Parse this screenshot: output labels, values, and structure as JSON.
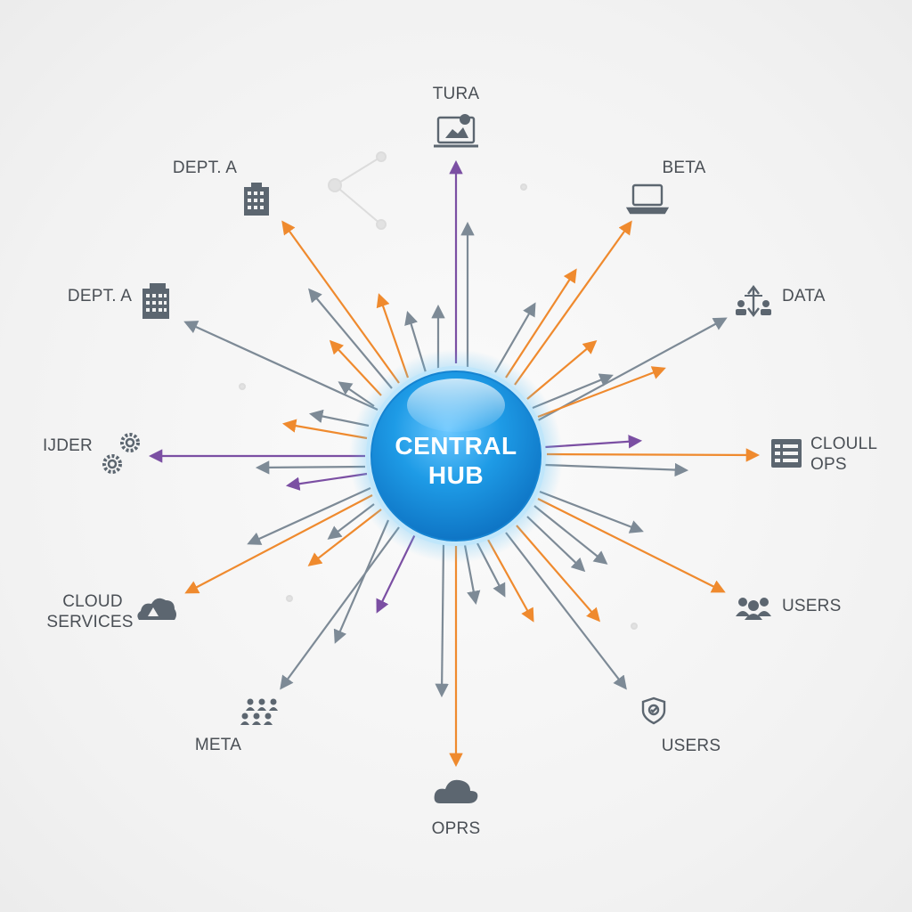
{
  "hub": {
    "line1": "CENTRAL",
    "line2": "HUB"
  },
  "nodes": [
    {
      "key": "tura",
      "label": "TURA",
      "icon": "monitor-icon"
    },
    {
      "key": "beta",
      "label": "BETA",
      "icon": "laptop-icon"
    },
    {
      "key": "data",
      "label": "DATA",
      "icon": "data-exchange-icon"
    },
    {
      "key": "cloud-ops",
      "label_lines": [
        "CLOULL",
        "OPS"
      ],
      "icon": "spreadsheet-icon"
    },
    {
      "key": "users-right",
      "label": "USERS",
      "icon": "users-group-icon"
    },
    {
      "key": "users-bottom-right",
      "label": "USERS",
      "icon": "shield-check-icon"
    },
    {
      "key": "oprs",
      "label": "OPRS",
      "icon": "cloud-icon"
    },
    {
      "key": "meta",
      "label": "META",
      "icon": "team-grid-icon"
    },
    {
      "key": "cloud-services",
      "label_lines": [
        "CLOUD",
        "SERVICES"
      ],
      "icon": "cloud-services-icon"
    },
    {
      "key": "ider",
      "label": "IJDER",
      "icon": "gears-icon"
    },
    {
      "key": "dept-a-left",
      "label": "DEPT. A",
      "icon": "office-building-icon"
    },
    {
      "key": "dept-a-top",
      "label": "DEPT. A",
      "icon": "building-icon"
    }
  ],
  "colors": {
    "hub": "#1e9be6",
    "hub_ring": "#8fd0f6",
    "orange": "#ef8a2e",
    "purple": "#7b4fa3",
    "gray": "#7d8a96",
    "icon": "#5c6670",
    "label": "#4a4f55"
  }
}
